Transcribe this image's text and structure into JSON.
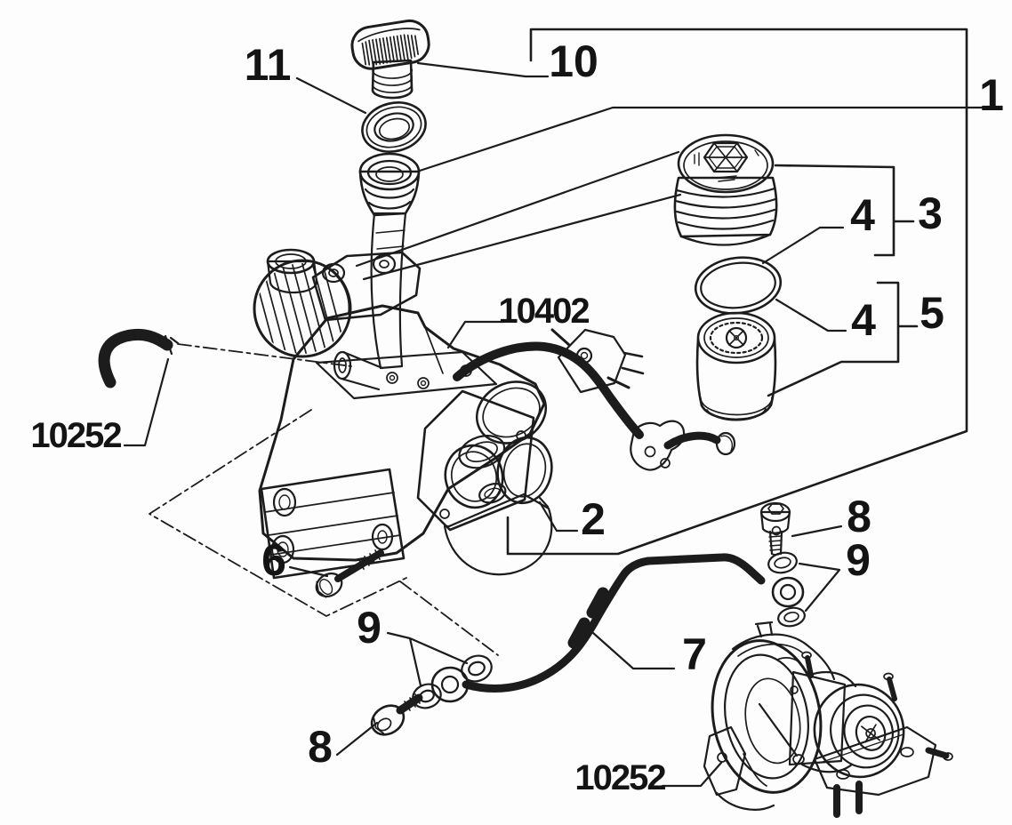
{
  "diagram": {
    "type": "exploded-parts-diagram",
    "colors": {
      "background": "#fdfdfd",
      "line": "#1c1c1c",
      "highlight": "#f3ee3d"
    },
    "highlight": {
      "applies_to_callout": "10",
      "color": "#f3ee3d"
    },
    "callouts": [
      {
        "label": "11"
      },
      {
        "label": "10"
      },
      {
        "label": "1"
      },
      {
        "label": "3"
      },
      {
        "label": "4"
      },
      {
        "label": "4"
      },
      {
        "label": "5"
      },
      {
        "label": "2"
      },
      {
        "label": "6"
      },
      {
        "label": "9"
      },
      {
        "label": "8"
      },
      {
        "label": "7"
      },
      {
        "label": "8"
      },
      {
        "label": "9"
      },
      {
        "label": "10402"
      },
      {
        "label": "10252"
      },
      {
        "label": "10252"
      }
    ]
  }
}
